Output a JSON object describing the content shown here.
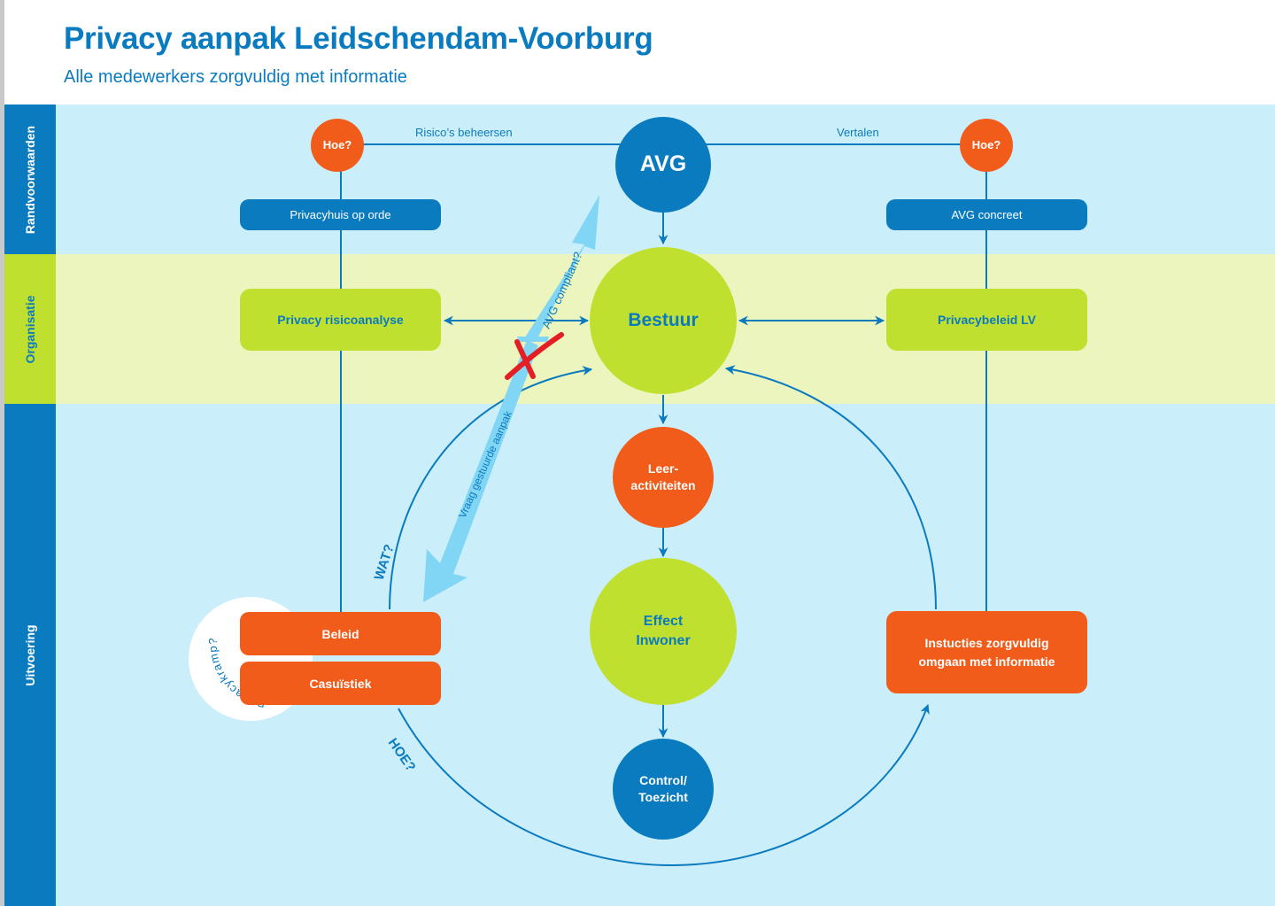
{
  "header": {
    "title": "Privacy aanpak Leidschendam-Voorburg",
    "subtitle": "Alle medewerkers zorgvuldig met informatie"
  },
  "bands": [
    {
      "label": "Randvoorwaarden"
    },
    {
      "label": "Organisatie"
    },
    {
      "label": "Uitvoering"
    }
  ],
  "nodes": {
    "hoe_left": "Hoe?",
    "hoe_right": "Hoe?",
    "avg": "AVG",
    "privacyhuis": "Privacyhuis op orde",
    "avg_concreet": "AVG concreet",
    "risicoanalyse": "Privacy risicoanalyse",
    "bestuur": "Bestuur",
    "privacybeleid": "Privacybeleid LV",
    "leer_line1": "Leer-",
    "leer_line2": "activiteiten",
    "effect_line1": "Effect",
    "effect_line2": "Inwoner",
    "control_line1": "Control/",
    "control_line2": "Toezicht",
    "beleid": "Beleid",
    "casuistiek": "Casuïstiek",
    "instructies_line1": "Instucties zorgvuldig",
    "instructies_line2": "omgaan met informatie"
  },
  "labels": {
    "risicos": "Risico’s beheersen",
    "vertalen": "Vertalen",
    "avg_compliant": "AVG compliant?",
    "vraaggestuurd": "Vraag gestuurde aanpak",
    "wat": "WAT?",
    "hoe_arc": "HOE?",
    "privacykramp": "Pricacykramp?"
  },
  "colors": {
    "brand_blue": "#0b7bbf",
    "green": "#c0e030",
    "orange": "#f25c1b",
    "light_blue_band": "#cbeefb",
    "light_green_band": "#ebf5bd",
    "arrow_light_blue": "#82d6f5",
    "cross_red": "#e31e24"
  }
}
